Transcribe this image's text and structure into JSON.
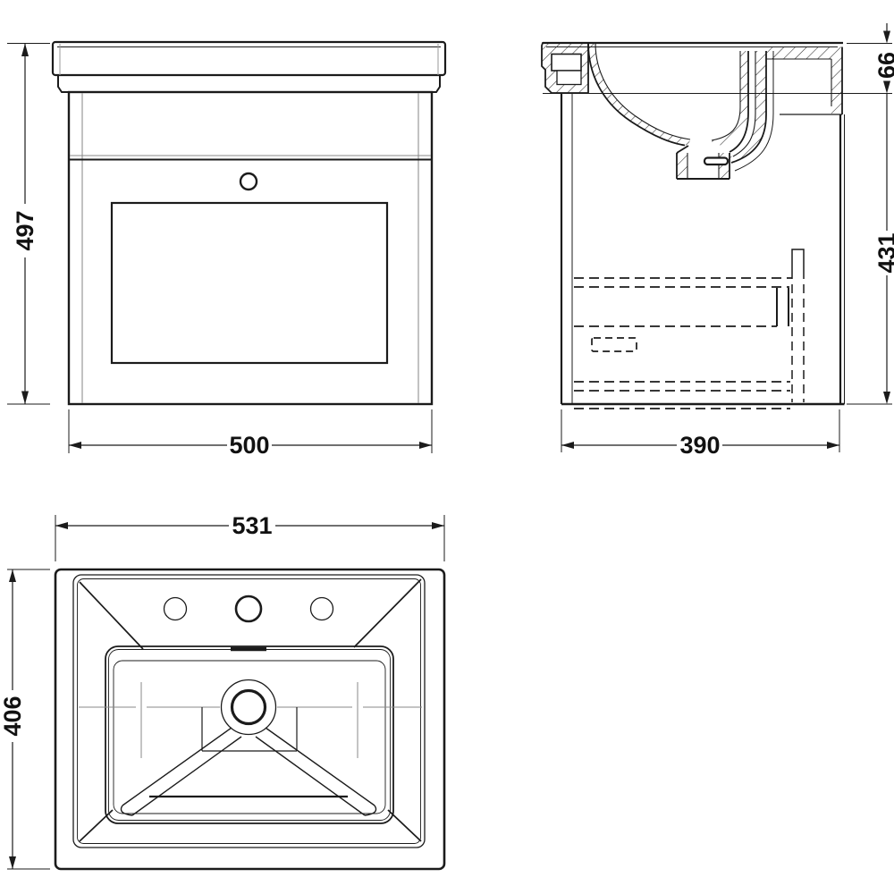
{
  "drawing": {
    "type": "technical-dimension-drawing",
    "subject": "wall-hung vanity unit with basin",
    "views": {
      "front": {
        "height": "497",
        "width": "500"
      },
      "side": {
        "basin_height": "66",
        "body_height": "431",
        "depth": "390"
      },
      "plan": {
        "width": "531",
        "depth": "406"
      }
    },
    "colors": {
      "line": "#1b1b1b",
      "secondary_line": "#999999",
      "background": "#ffffff"
    }
  }
}
